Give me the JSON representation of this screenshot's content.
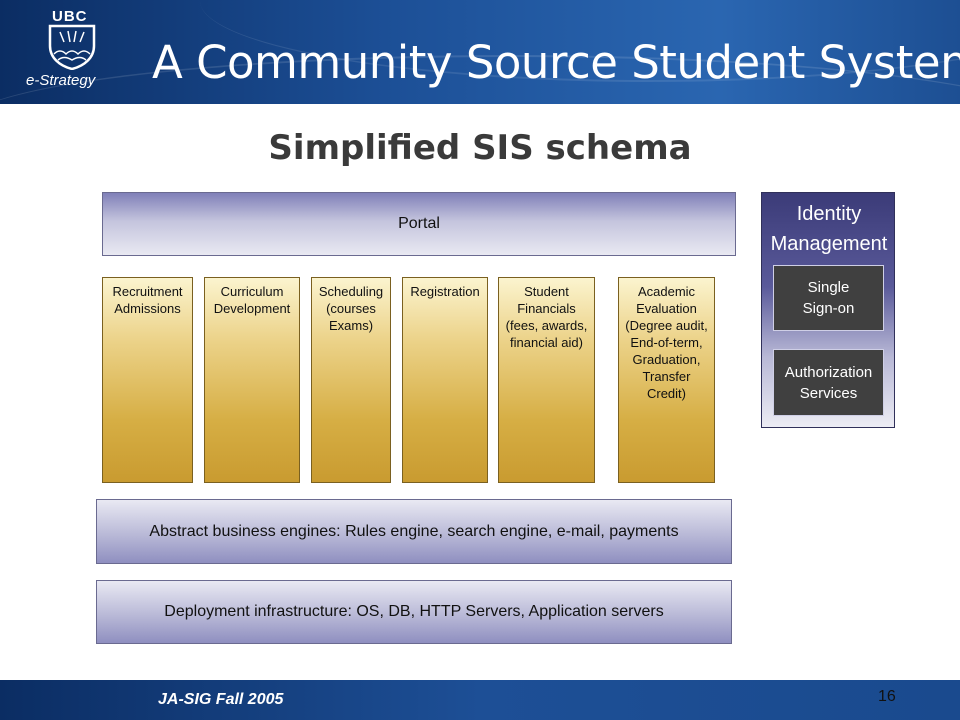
{
  "header": {
    "logo_top": "UBC",
    "logo_bottom": "e-Strategy",
    "title": "A Community Source Student System"
  },
  "slide": {
    "title": "Simplified SIS schema",
    "page_number": "16"
  },
  "diagram": {
    "portal": "Portal",
    "modules": [
      {
        "lines": [
          "Recruitment",
          "Admissions"
        ]
      },
      {
        "lines": [
          "Curriculum",
          "Development"
        ]
      },
      {
        "lines": [
          "Scheduling",
          "(courses",
          "Exams)"
        ]
      },
      {
        "lines": [
          "Registration"
        ]
      },
      {
        "lines": [
          "Student",
          "Financials",
          "(fees, awards,",
          "financial aid)"
        ]
      },
      {
        "lines": [
          "Academic",
          "Evaluation",
          "(Degree audit,",
          "End-of-term,",
          "Graduation,",
          "Transfer",
          "Credit)"
        ]
      }
    ],
    "engines": "Abstract business engines: Rules engine, search engine, e-mail, payments",
    "deployment": "Deployment infrastructure: OS, DB, HTTP Servers, Application servers",
    "identity": {
      "title_line1": "Identity",
      "title_line2": "Management",
      "sso": [
        "Single",
        "Sign-on"
      ],
      "auth": [
        "Authorization",
        "Services"
      ]
    }
  },
  "footer": {
    "text": "JA-SIG Fall 2005"
  },
  "colors": {
    "header_blue": "#1c4f96",
    "module_gold": "#d6ae44",
    "portal_lavender": "#c4c4dd",
    "identity_purple": "#3b3b78"
  }
}
